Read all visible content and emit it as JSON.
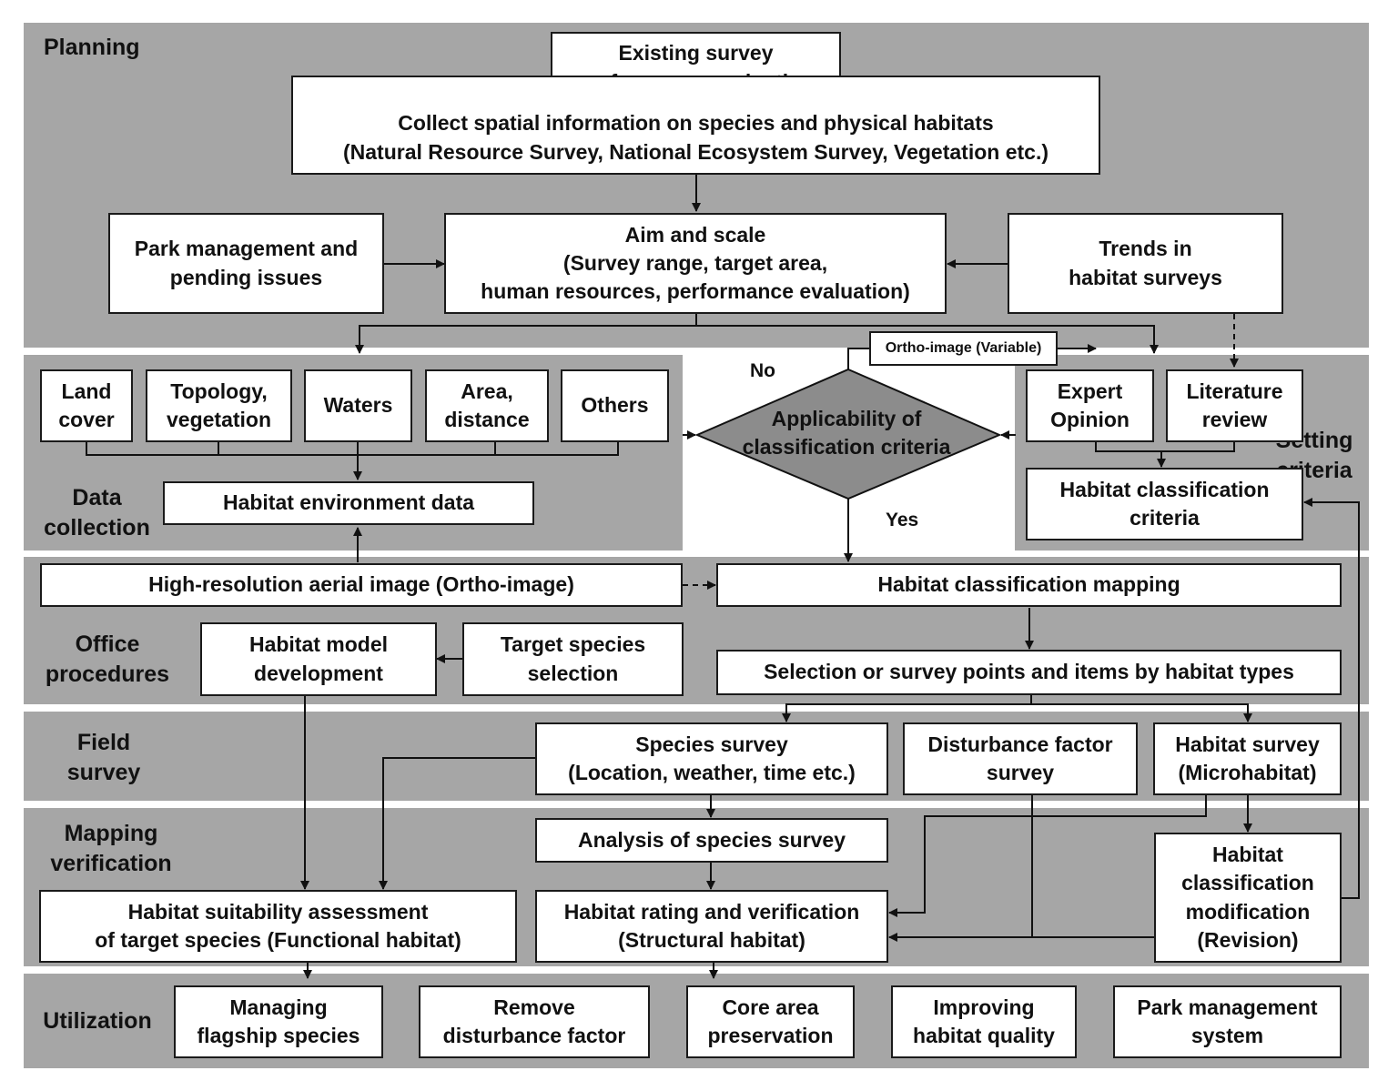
{
  "colors": {
    "band": "#a6a6a6",
    "box_border": "#1a1a1a",
    "diamond": "#8c8c8c"
  },
  "stages": {
    "planning": "Planning",
    "data_collection": "Data\ncollection",
    "office": "Office\nprocedures",
    "field": "Field\nsurvey",
    "mapping": "Mapping\nverification",
    "utilization": "Utilization",
    "setting": "Setting\ncriteria"
  },
  "nodes": {
    "existing_survey": "Existing survey\nperformance evaluation",
    "collect_info": "Collect spatial information on species and physical habitats\n(Natural Resource Survey, National Ecosystem Survey, Vegetation etc.)",
    "park_issues": "Park management and\npending issues",
    "aim_scale": "Aim and scale\n(Survey range, target area,\nhuman resources, performance evaluation)",
    "trends": "Trends in\nhabitat surveys",
    "land_cover": "Land\ncover",
    "topology": "Topology,\nvegetation",
    "waters": "Waters",
    "area_distance": "Area,\ndistance",
    "others": "Others",
    "env_data": "Habitat environment data",
    "ortho_variable": "Ortho-image (Variable)",
    "applicability": "Applicability of\nclassification criteria",
    "expert": "Expert\nOpinion",
    "literature": "Literature\nreview",
    "class_criteria": "Habitat classification\ncriteria",
    "aerial_image": "High-resolution aerial image (Ortho-image)",
    "class_mapping": "Habitat classification mapping",
    "model_dev": "Habitat model\ndevelopment",
    "target_species": "Target species\nselection",
    "selection_points": "Selection or survey points and items by habitat types",
    "species_survey": "Species survey\n(Location, weather, time etc.)",
    "disturbance_survey": "Disturbance factor\nsurvey",
    "habitat_survey": "Habitat survey\n(Microhabitat)",
    "analysis": "Analysis of species survey",
    "suitability": "Habitat suitability assessment\nof target species (Functional habitat)",
    "rating": "Habitat rating and verification\n(Structural habitat)",
    "modification": "Habitat\nclassification\nmodification\n(Revision)",
    "flagship": "Managing\nflagship species",
    "remove_disturbance": "Remove\ndisturbance factor",
    "core_area": "Core area\npreservation",
    "improving": "Improving\nhabitat quality",
    "park_system": "Park management\nsystem"
  },
  "labels": {
    "no": "No",
    "yes": "Yes"
  }
}
